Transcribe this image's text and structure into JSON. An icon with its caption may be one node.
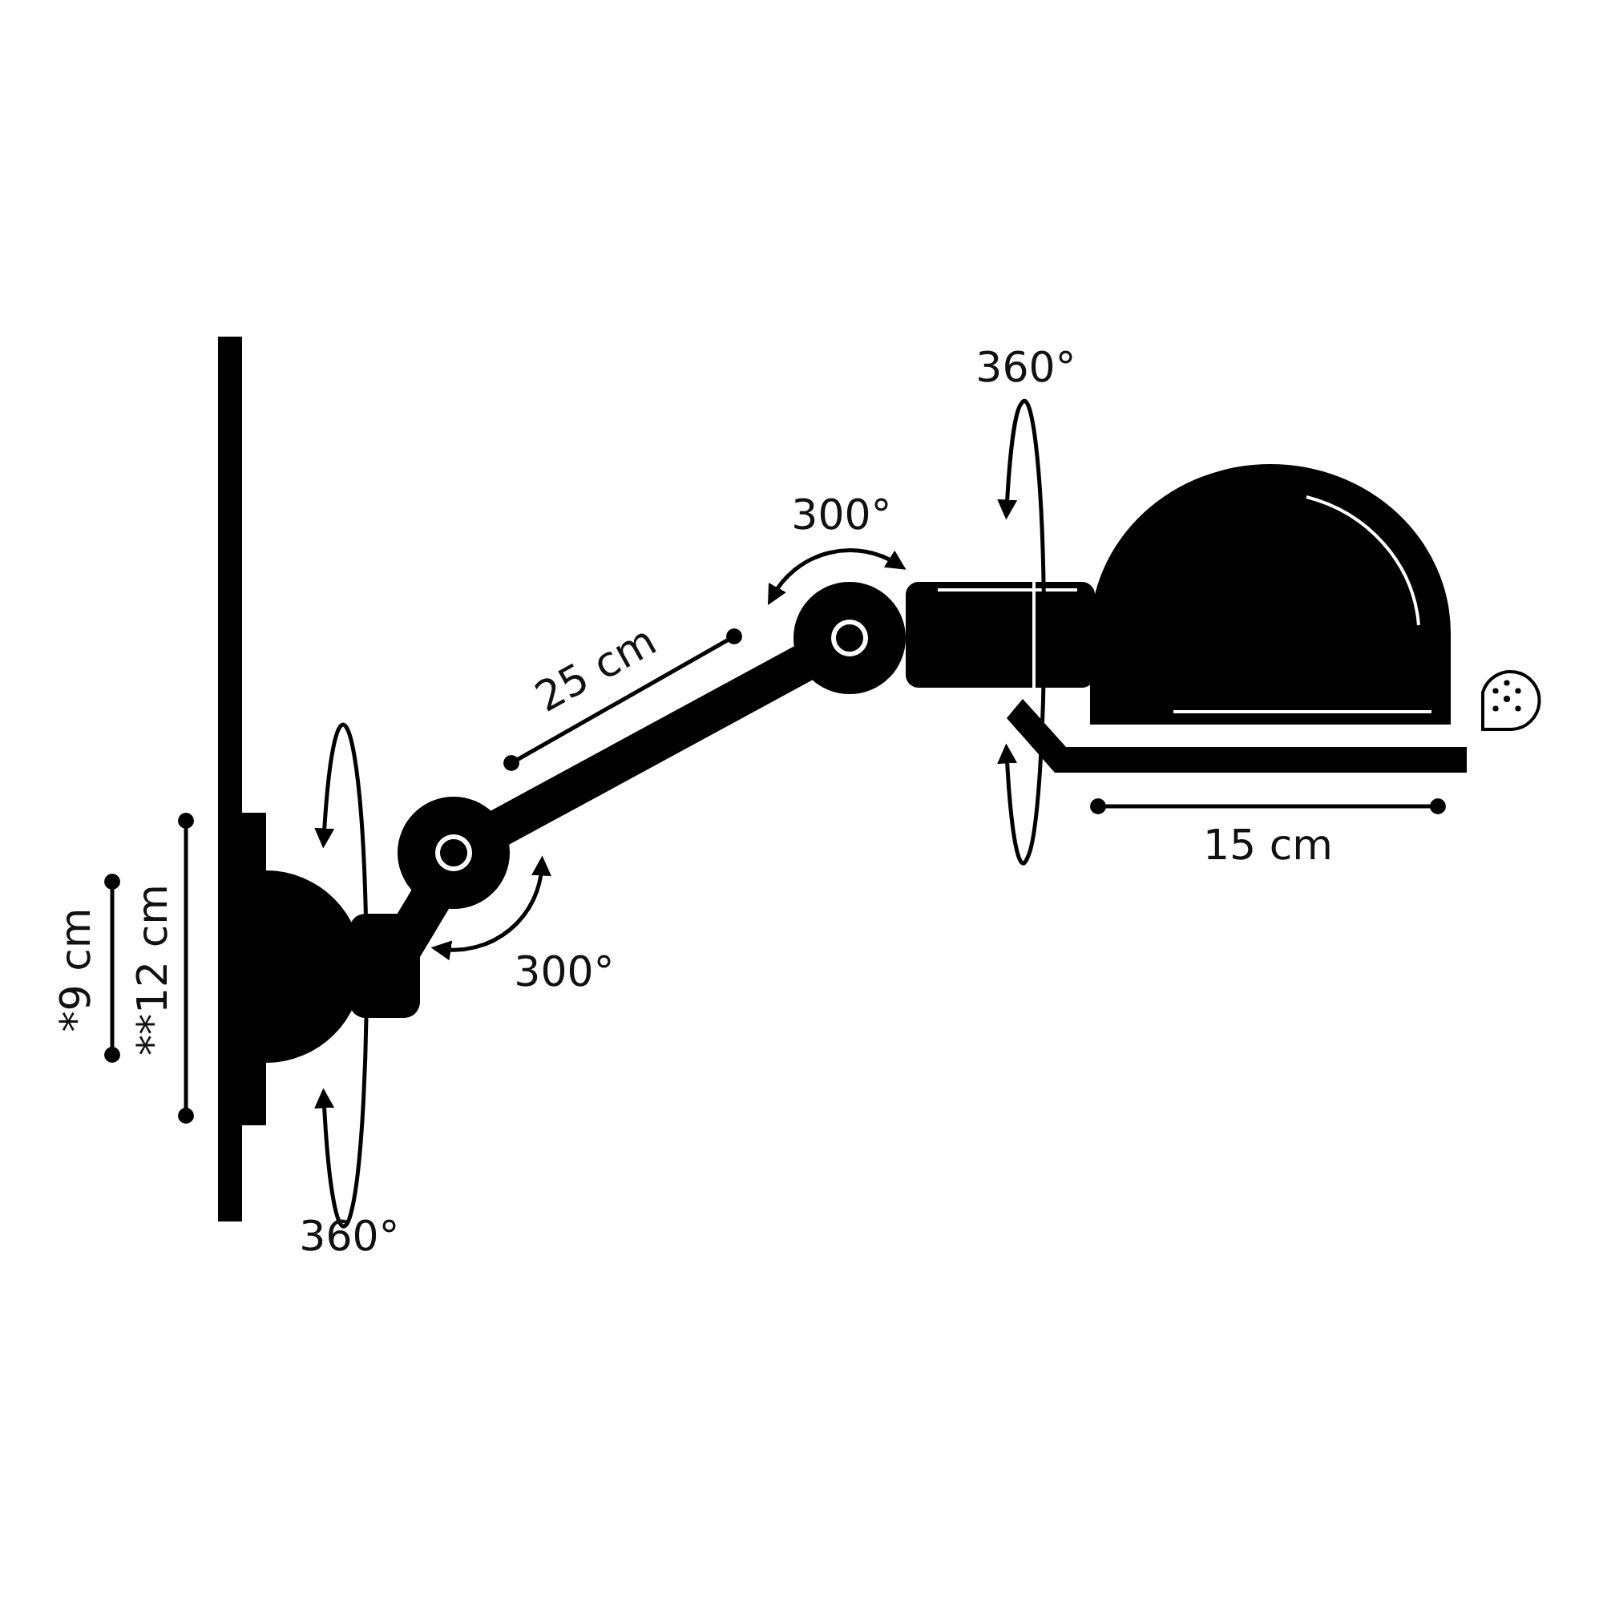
{
  "diagram": {
    "labels": [
      "360°",
      "300°",
      "25 cm",
      "15 cm",
      "*9 cm",
      "**12 cm",
      "300°",
      "360°"
    ]
  }
}
